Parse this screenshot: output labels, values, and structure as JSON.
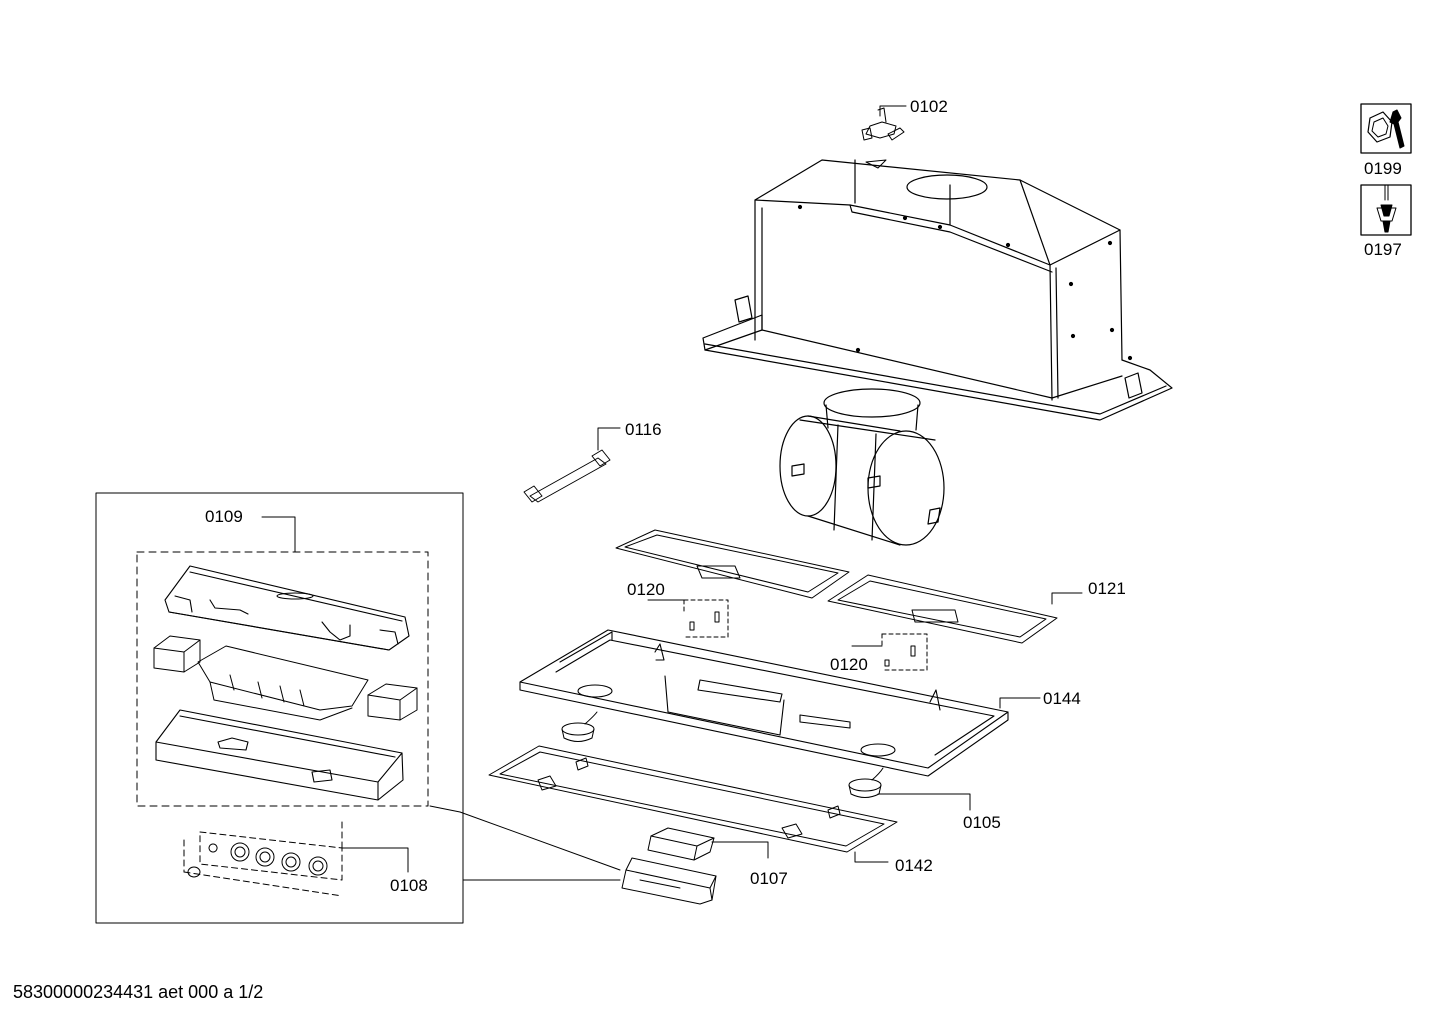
{
  "parts": {
    "p0102": "0102",
    "p0116": "0116",
    "p0109": "0109",
    "p0120a": "0120",
    "p0120b": "0120",
    "p0121": "0121",
    "p0144": "0144",
    "p0105": "0105",
    "p0107": "0107",
    "p0142": "0142",
    "p0108": "0108"
  },
  "tools": {
    "t0199": "0199",
    "t0197": "0197"
  },
  "footer": {
    "doc_id": "58300000234431 aet 000 a 1/2"
  }
}
